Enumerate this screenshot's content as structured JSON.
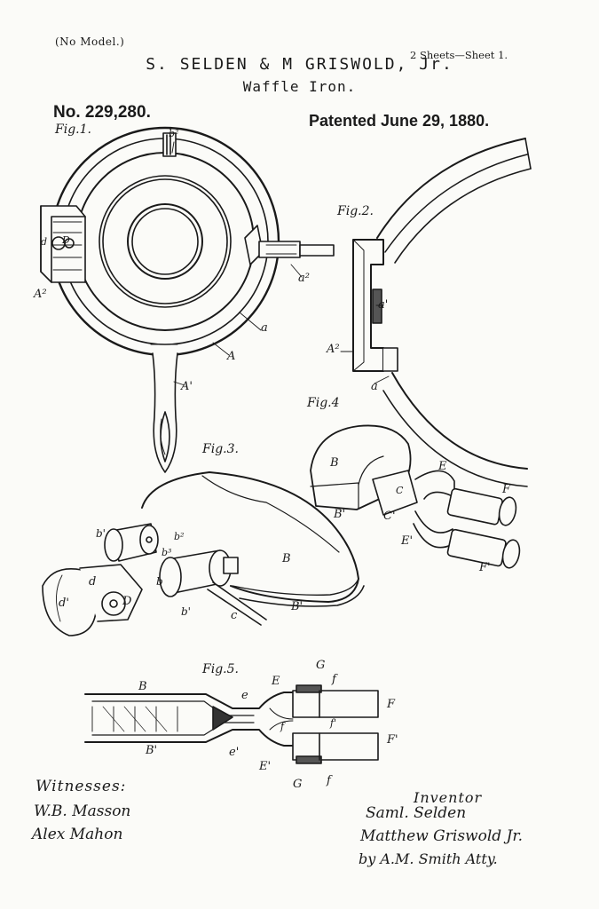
{
  "header": {
    "model_note": "(No Model.)",
    "sheets": "2 Sheets—Sheet 1.",
    "inventors": "S. SELDEN & M GRISWOLD, Jr.",
    "invention": "Waffle Iron.",
    "patent_number": "No. 229,280.",
    "patented": "Patented June 29, 1880."
  },
  "figures": {
    "fig1": {
      "title": "Fig.1.",
      "labels": [
        "b²",
        "D",
        "d",
        "A²",
        "a²",
        "a",
        "A",
        "A'"
      ]
    },
    "fig2": {
      "title": "Fig.2.",
      "labels": [
        "a'",
        "A²",
        "a"
      ]
    },
    "fig3": {
      "title": "Fig.3.",
      "labels": [
        "b'",
        "b²",
        "b³",
        "b",
        "b'",
        "c",
        "B",
        "B'",
        "d",
        "d'",
        "D"
      ]
    },
    "fig4": {
      "title": "Fig.4",
      "labels": [
        "B",
        "E",
        "F",
        "C",
        "B'",
        "C'",
        "E'",
        "F'"
      ]
    },
    "fig5": {
      "title": "Fig.5.",
      "labels": [
        "G",
        "f",
        "B",
        "e",
        "E",
        "F",
        "f",
        "f'",
        "F'",
        "B'",
        "e'",
        "E'",
        "G",
        "f"
      ]
    }
  },
  "witnesses": {
    "heading": "Witnesses:",
    "names": [
      "W.B. Masson",
      "Alex Mahon"
    ]
  },
  "inventor": {
    "heading": "Inventor",
    "names": [
      "Saml. Selden",
      "Matthew Griswold Jr."
    ],
    "attorney": "by A.M. Smith Atty."
  }
}
